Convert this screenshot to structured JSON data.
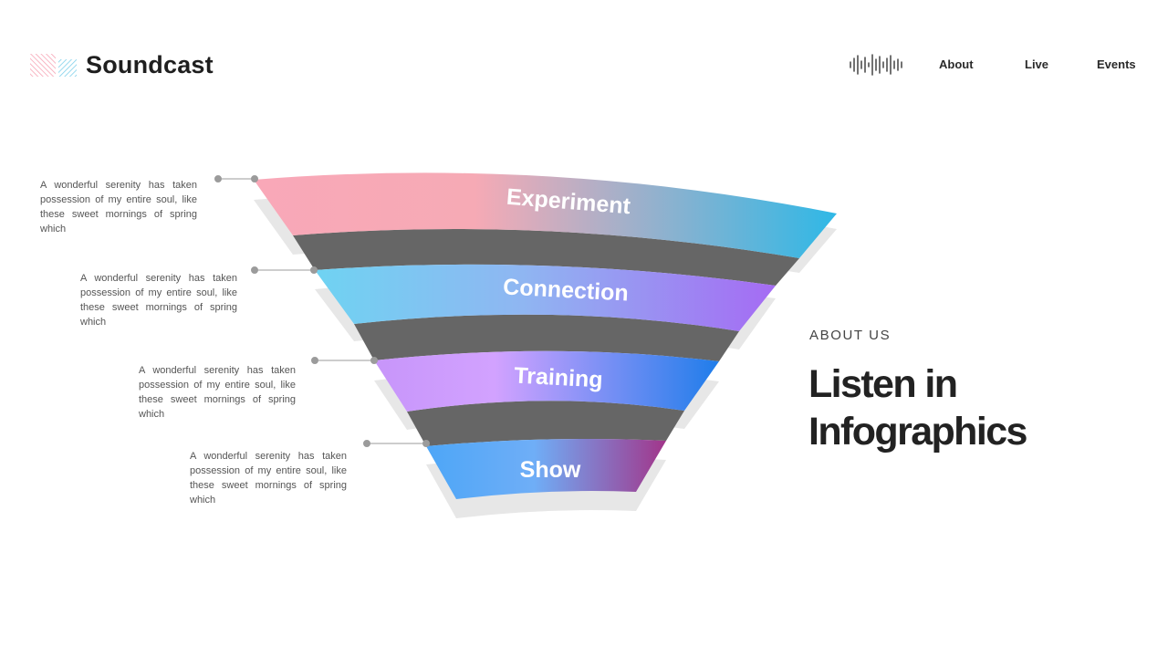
{
  "header": {
    "brand": "Soundcast",
    "nav": [
      "About",
      "Live",
      "Events"
    ]
  },
  "funnel": {
    "stages": [
      {
        "label": "Experiment",
        "description": "A wonderful serenity has taken possession of my entire soul, like these sweet mornings of spring which",
        "colors": [
          "#F9A8B8",
          "#F6AAB5",
          "#2FB8E6"
        ]
      },
      {
        "label": "Connection",
        "description": "A wonderful serenity has taken possession of my entire soul, like these sweet mornings of spring which",
        "colors": [
          "#6FD3F2",
          "#8FB6F2",
          "#A56BF3"
        ]
      },
      {
        "label": "Training",
        "description": "A wonderful serenity has taken possession of my entire soul, like these sweet mornings of spring which",
        "colors": [
          "#C795FA",
          "#D2A2FF",
          "#1F7DEA"
        ]
      },
      {
        "label": "Show",
        "description": "A wonderful serenity has taken possession of my entire soul, like these sweet mornings of spring which",
        "colors": [
          "#4DA6F7",
          "#6FAEF7",
          "#A2358A"
        ]
      }
    ],
    "connector_color": "#666666",
    "shadow_color": "#E7E7E7"
  },
  "about": {
    "kicker": "ABOUT US",
    "headline_line1": "Listen in",
    "headline_line2": "Infographics"
  },
  "colors": {
    "logo_pink": "#F7A5B5",
    "logo_blue": "#7FD0EA",
    "text_dark": "#222222"
  }
}
